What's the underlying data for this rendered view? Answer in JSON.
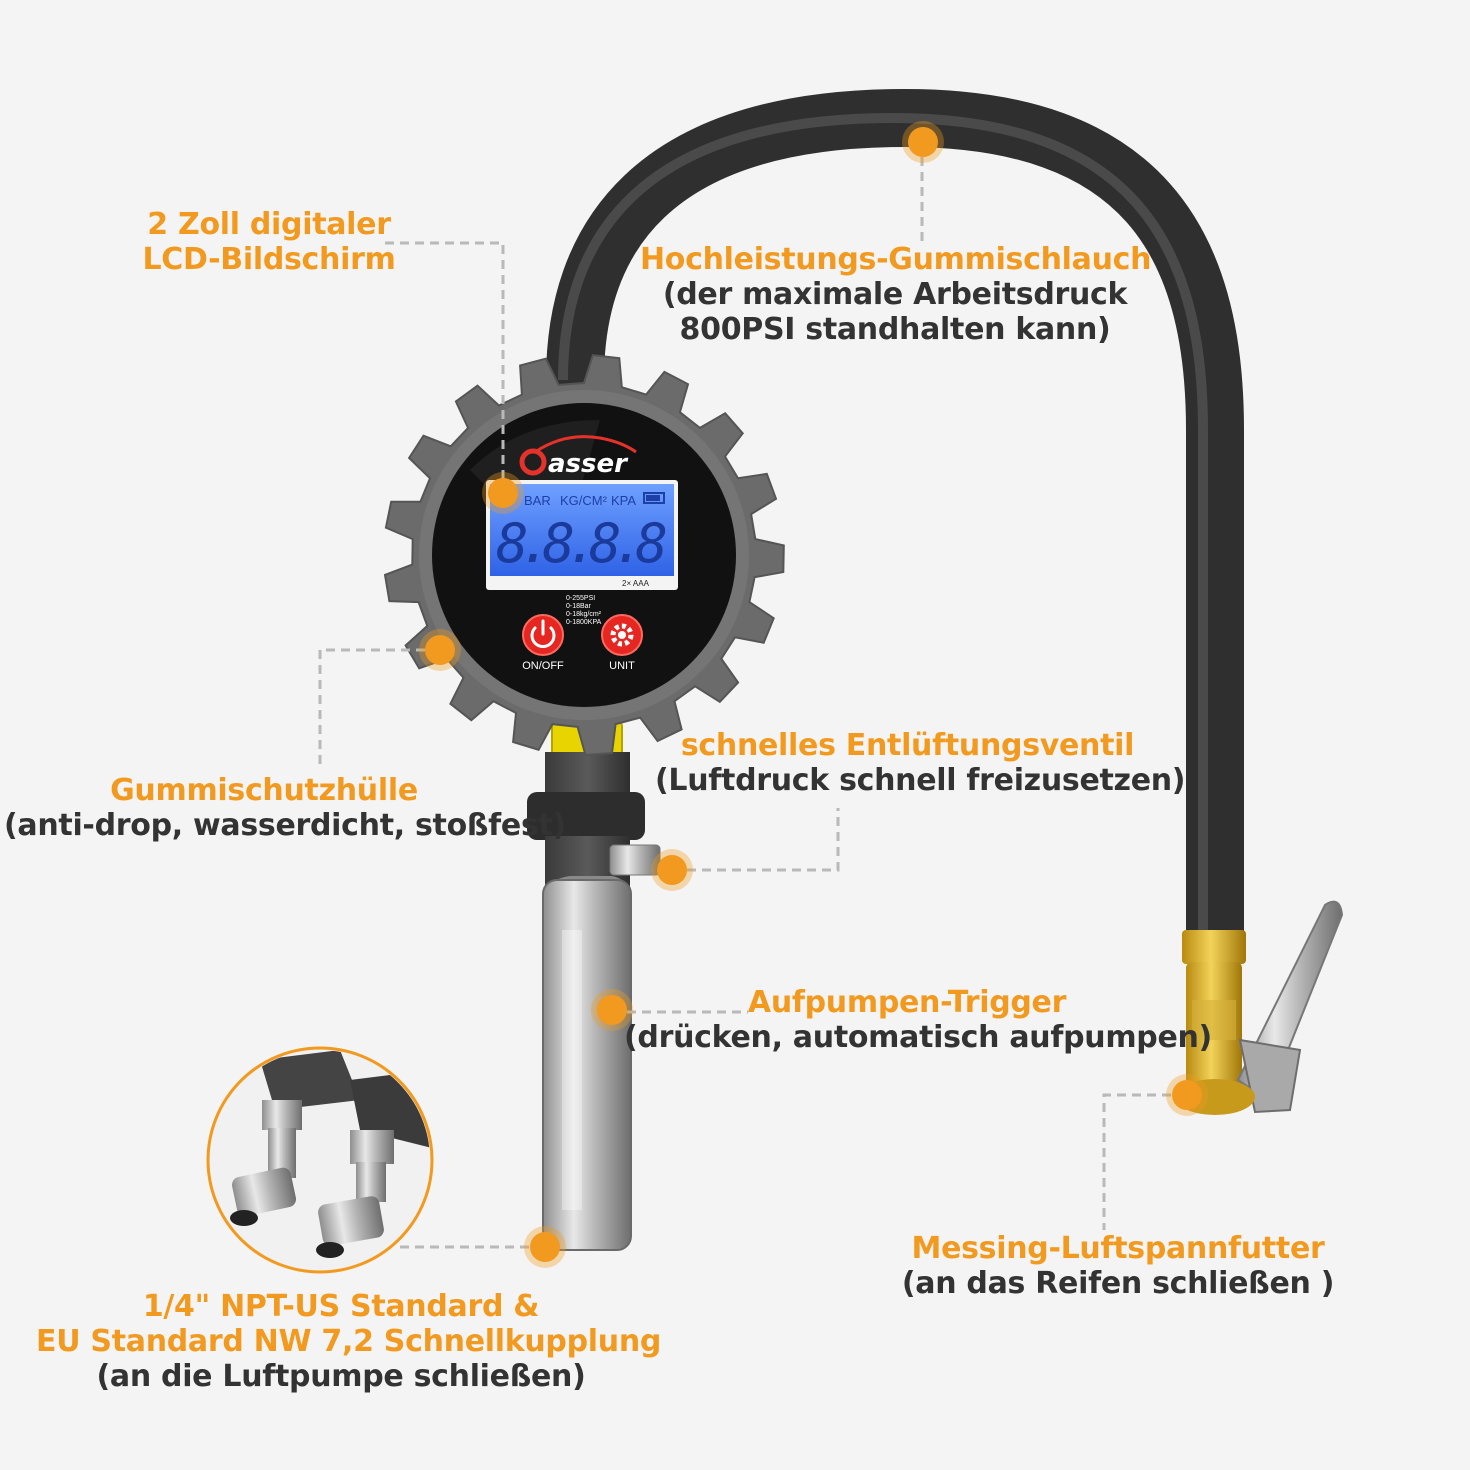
{
  "colors": {
    "accent": "#f29a1f",
    "text_dark": "#333333",
    "leader": "#b9b9b9",
    "background": "#f5f4f4"
  },
  "device": {
    "brand": "Oasser",
    "brand_display": "asser",
    "lcd": {
      "units": [
        "BAR",
        "KG/CM²",
        "KPA"
      ],
      "digits": "8.8.8.8",
      "battery": "2× AAA"
    },
    "ranges": [
      "0-255PSI",
      "0-18Bar",
      "0-18kg/cm²",
      "0-1800KPA"
    ],
    "buttons": {
      "power_label": "ON/OFF",
      "unit_label": "UNIT",
      "power_icon": "power-icon",
      "unit_icon": "gear-icon"
    }
  },
  "callouts": {
    "lcd": {
      "title_1": "2 Zoll digitaler",
      "title_2": "LCD-Bildschirm"
    },
    "hose": {
      "title": "Hochleistungs-Gummischlauch",
      "sub_1": "(der maximale Arbeitsdruck",
      "sub_2": "800PSI standhalten kann)"
    },
    "cover": {
      "title": "Gummischutzhülle",
      "sub": "(anti-drop, wasserdicht, stoßfest)"
    },
    "valve": {
      "title": "schnelles Entlüftungsventil",
      "sub": "(Luftdruck schnell freizusetzen)"
    },
    "trigger": {
      "title": "Aufpumpen-Trigger",
      "sub": "(drücken, automatisch aufpumpen)"
    },
    "chuck": {
      "title": "Messing-Luftspannfutter",
      "sub": "(an das Reifen schließen )"
    },
    "coupler": {
      "title_1": "1/4\" NPT-US Standard &",
      "title_2": "EU Standard NW 7,2 Schnellkupplung",
      "sub": "(an die Luftpumpe schließen)"
    }
  }
}
